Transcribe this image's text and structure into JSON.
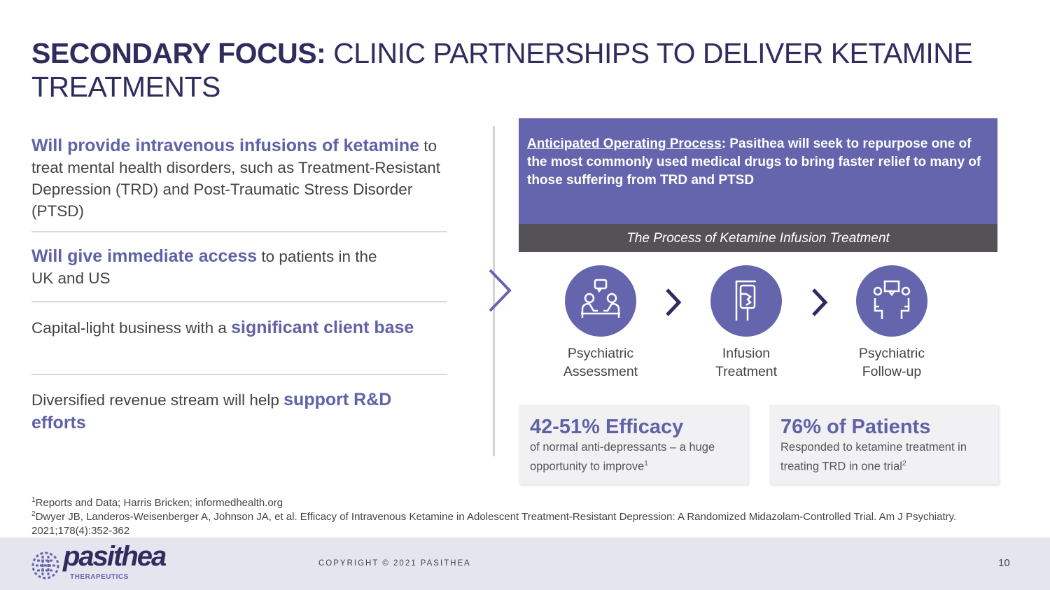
{
  "title": {
    "bold": "SECONDARY FOCUS:",
    "rest": " CLINIC PARTNERSHIPS TO DELIVER KETAMINE TREATMENTS"
  },
  "points": [
    {
      "a": "",
      "b": "Will provide intravenous infusions of ketamine",
      "c": " to treat mental health disorders, such as Treatment-Resistant Depression (TRD) and Post-Traumatic Stress Disorder (PTSD)"
    },
    {
      "a": "",
      "b": "Will give immediate access",
      "c": " to patients in the UK and US"
    },
    {
      "a": "Capital-light business with a ",
      "b": "significant client base",
      "c": ""
    },
    {
      "a": "Diversified revenue stream will help ",
      "b": "support R&D efforts",
      "c": ""
    }
  ],
  "process_box": {
    "heading": "Anticipated Operating Process",
    "text": ": Pasithea will seek to repurpose one of the most commonly used medical drugs to bring faster relief to many of those suffering from TRD and PTSD"
  },
  "process_title": "The Process of Ketamine Infusion Treatment",
  "steps": [
    {
      "label1": "Psychiatric",
      "label2": "Assessment",
      "icon": "consultation-icon"
    },
    {
      "label1": "Infusion",
      "label2": "Treatment",
      "icon": "iv-bag-icon"
    },
    {
      "label1": "Psychiatric",
      "label2": "Follow-up",
      "icon": "conversation-icon"
    }
  ],
  "stats": [
    {
      "value": "42-51% Efficacy",
      "text": "of normal anti-depressants – a huge opportunity to improve",
      "sup": "1"
    },
    {
      "value": "76% of Patients",
      "text": "Responded to ketamine treatment in treating TRD in one trial",
      "sup": "2"
    }
  ],
  "footnotes": [
    {
      "sup": "1",
      "text": "Reports and Data; Harris Bricken; informedhealth.org"
    },
    {
      "sup": "2",
      "text": "Dwyer JB, Landeros-Weisenberger A, Johnson JA, et al. Efficacy of Intravenous Ketamine in Adolescent Treatment-Resistant Depression: A Randomized Midazolam-Controlled Trial. Am J Psychiatry. 2021;178(4):352-362"
    }
  ],
  "footer": {
    "logo": "pasithea",
    "logo_sub": "THERAPEUTICS",
    "copyright": "COPYRIGHT © 2021 PASITHEA",
    "page": "10"
  }
}
